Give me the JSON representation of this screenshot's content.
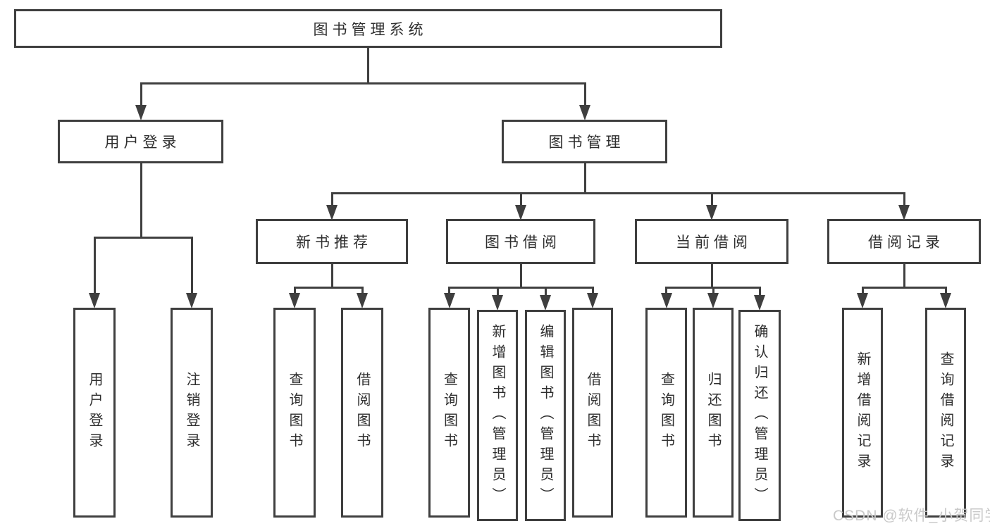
{
  "tree": {
    "root": "图书管理系统",
    "user": {
      "label": "用户登录",
      "children": [
        "用户登录",
        "注销登录"
      ]
    },
    "book": {
      "label": "图书管理",
      "sections": [
        {
          "label": "新书推荐",
          "children": [
            "查询图书",
            "借阅图书"
          ]
        },
        {
          "label": "图书借阅",
          "children": [
            "查询图书",
            "新增图书（管理员）",
            "编辑图书（管理员）",
            "借阅图书"
          ]
        },
        {
          "label": "当前借阅",
          "children": [
            "查询图书",
            "归还图书",
            "确认归还（管理员）"
          ]
        },
        {
          "label": "借阅记录",
          "children": [
            "新增借阅记录",
            "查询借阅记录"
          ]
        }
      ]
    }
  },
  "watermark": "CSDN @软件_小贺同学",
  "colors": {
    "line": "#3f3f3f",
    "text": "#2e2e2e",
    "watermark": "#c9c9c9",
    "background": "#ffffff"
  }
}
